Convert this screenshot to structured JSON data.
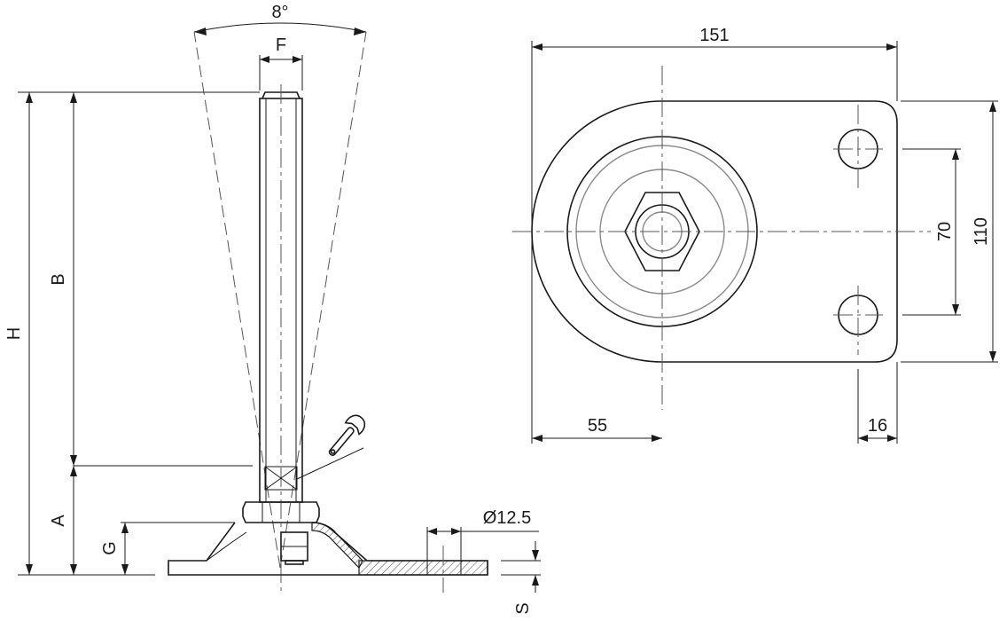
{
  "labels": {
    "angle": "8°",
    "thread_width": "F",
    "overall_height": "H",
    "thread_length": "B",
    "base_height": "A",
    "ground_clearance": "G",
    "plate_thickness": "S",
    "hole_diameter": "Ø12.5",
    "plate_width": "151",
    "hole_center_offset": "55",
    "edge_to_hole": "16",
    "hole_spacing": "70",
    "plate_depth": "110"
  },
  "icons": {
    "adjust_tool": "wrench-icon"
  },
  "colors": {
    "line": "#1a1a1a",
    "hidden_line": "#8a8a8a",
    "background": "#ffffff"
  }
}
